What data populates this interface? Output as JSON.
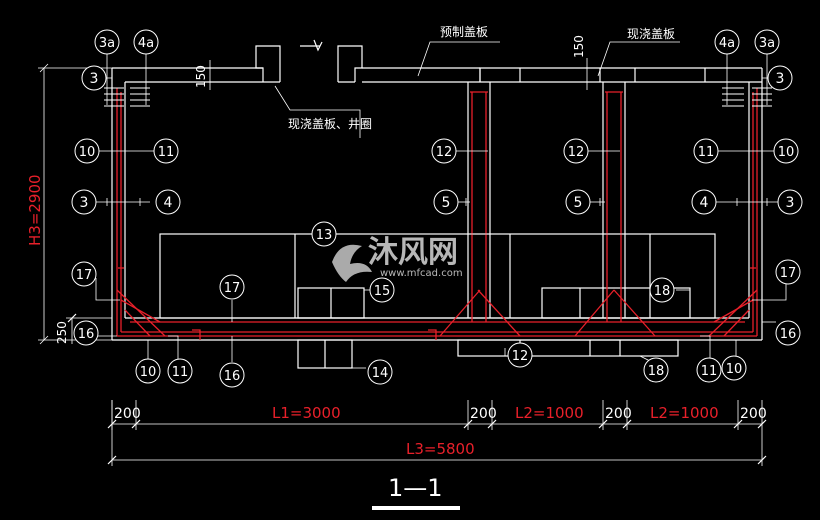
{
  "labels": {
    "precast_cover": "预制盖板",
    "cast_cover_right": "现浇盖板",
    "cast_cover_ring": "现浇盖板、井圈",
    "dim_150_left": "150",
    "dim_150_right": "150",
    "h3": "H3=2900",
    "dim_250": "250",
    "section": "1—1"
  },
  "dimensions": {
    "row1": [
      "200",
      "L1=3000",
      "200",
      "L2=1000",
      "200",
      "L2=1000",
      "200"
    ],
    "total": "L3=5800"
  },
  "callouts": {
    "c3a_left": "3a",
    "c4a_left": "4a",
    "c4a_right": "4a",
    "c3a_right": "3a",
    "c3_left_top": "3",
    "c3_right_top": "3",
    "c10_left": "10",
    "c11_left": "11",
    "c12_mid1": "12",
    "c12_mid2": "12",
    "c11_right": "11",
    "c10_right": "10",
    "c3_left": "3",
    "c4_left": "4",
    "c5_mid1": "5",
    "c5_mid2": "5",
    "c4_right": "4",
    "c3_right": "3",
    "c13": "13",
    "c17_left": "17",
    "c17_mid": "17",
    "c15": "15",
    "c18_top": "18",
    "c17_right": "17",
    "c16_left": "16",
    "c16_right": "16",
    "c10_bottom_left": "10",
    "c11_bottom_left": "11",
    "c16_bottom": "16",
    "c14": "14",
    "c12_bottom": "12",
    "c18_bottom": "18",
    "c11_bottom_right": "11",
    "c10_bottom_right": "10"
  },
  "watermark": {
    "brand": "沐风网",
    "url": "www.mfcad.com"
  },
  "colors": {
    "line": "#ffffff",
    "rebar": "#e8202a",
    "background": "#000000"
  }
}
